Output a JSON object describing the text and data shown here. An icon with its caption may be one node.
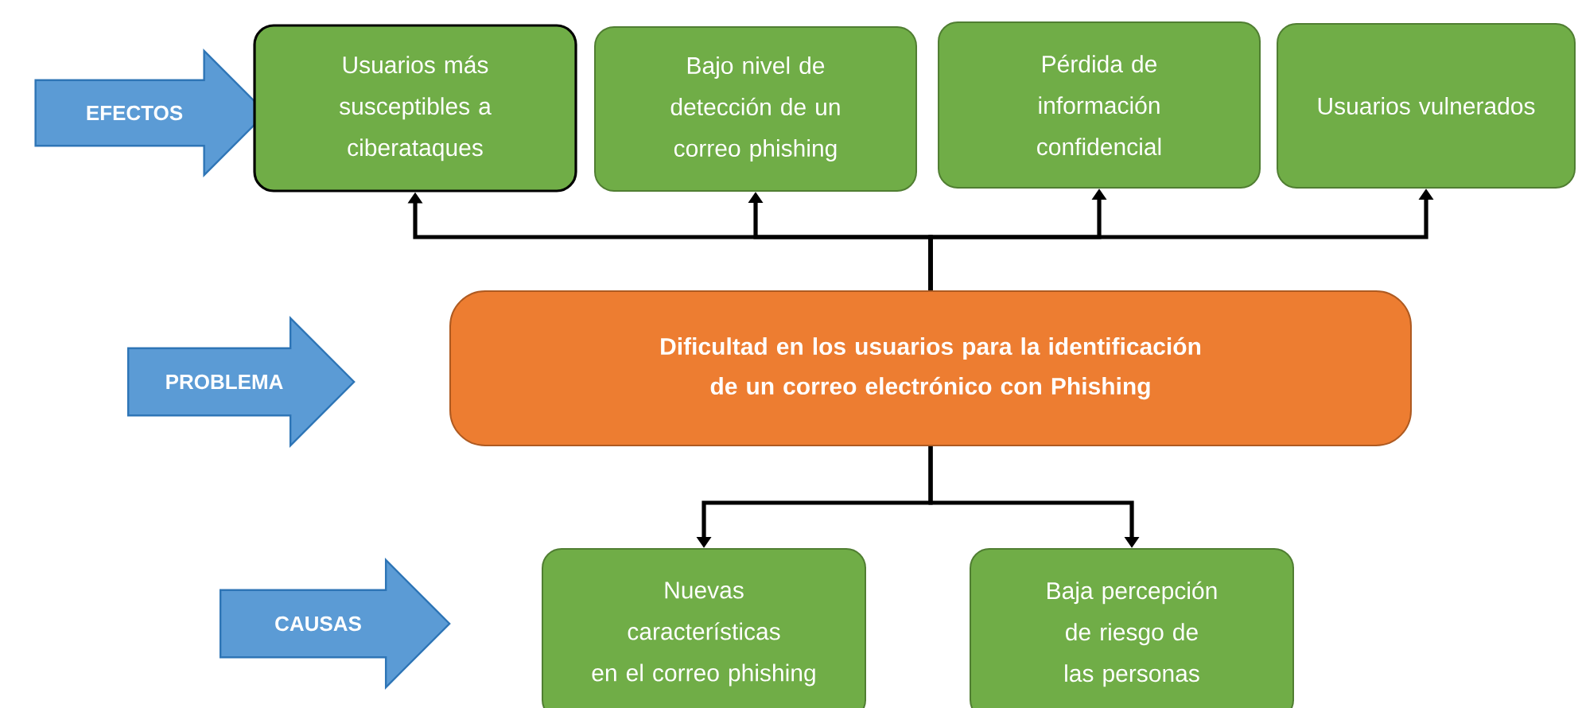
{
  "diagram": {
    "nodes": [
      {
        "text": [
          "EFECTOS"
        ]
      },
      {
        "text": [
          "Usuarios más susceptibles a ciberataques"
        ]
      },
      {
        "text": [
          "Bajo nivel de detección de un correo phishing"
        ]
      },
      {
        "text": [
          "Pérdida de información confidencial"
        ]
      },
      {
        "text": [
          "Usuarios vulnerados"
        ]
      },
      {
        "text": [
          "PROBLEMA"
        ]
      },
      {
        "text": [
          "Dificultad en los usuarios para la identificación de un correo electrónico con Phishing"
        ]
      },
      {
        "text": [
          "CAUSAS"
        ]
      },
      {
        "text": [
          "Nuevas características en el correo phishing"
        ]
      },
      {
        "text": [
          "Baja percepción de riesgo de las personas"
        ]
      }
    ],
    "edges": [
      {
        "from": 6,
        "to": 1,
        "arrow": "to"
      },
      {
        "from": 6,
        "to": 2,
        "arrow": "to"
      },
      {
        "from": 6,
        "to": 3,
        "arrow": "to"
      },
      {
        "from": 6,
        "to": 4,
        "arrow": "to"
      },
      {
        "from": 6,
        "to": 8,
        "arrow": "to"
      },
      {
        "from": 6,
        "to": 9,
        "arrow": "to"
      }
    ]
  }
}
